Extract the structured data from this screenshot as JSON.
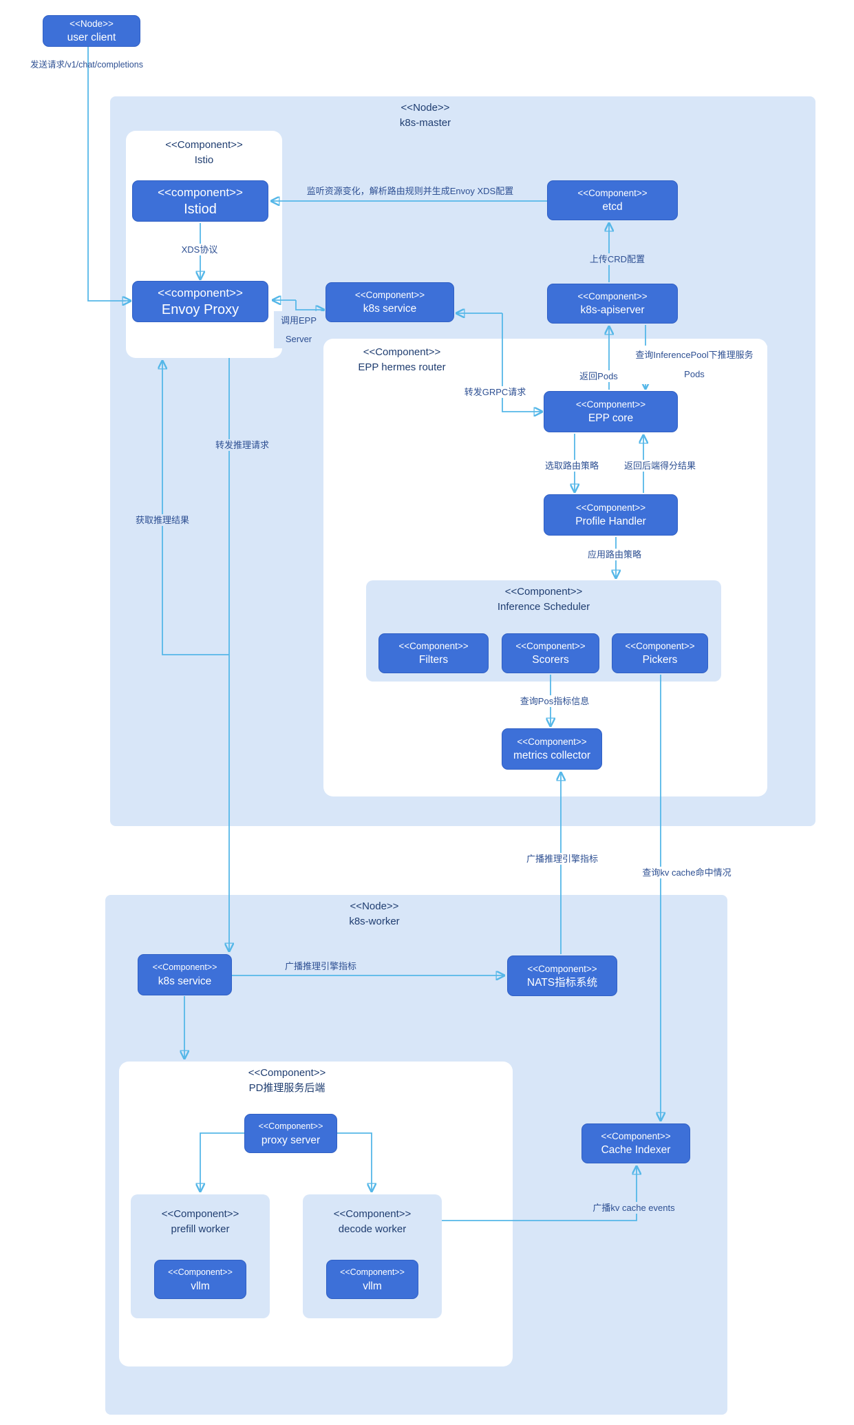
{
  "nodes": {
    "user_client": {
      "stereotype": "<<Node>>",
      "name": "user client"
    },
    "k8s_master": {
      "stereotype": "<<Node>>",
      "name": "k8s-master"
    },
    "istio": {
      "stereotype": "<<Component>>",
      "name": "Istio"
    },
    "istiod": {
      "stereotype": "<<component>>",
      "name": "Istiod"
    },
    "envoy_proxy": {
      "stereotype": "<<component>>",
      "name": "Envoy Proxy"
    },
    "etcd": {
      "stereotype": "<<Component>>",
      "name": "etcd"
    },
    "k8s_apiserver": {
      "stereotype": "<<Component>>",
      "name": "k8s-apiserver"
    },
    "k8s_service_master": {
      "stereotype": "<<Component>>",
      "name": "k8s service"
    },
    "epp_hermes_router": {
      "stereotype": "<<Component>>",
      "name": "EPP hermes router"
    },
    "epp_core": {
      "stereotype": "<<Component>>",
      "name": "EPP core"
    },
    "profile_handler": {
      "stereotype": "<<Component>>",
      "name": "Profile Handler"
    },
    "inference_scheduler": {
      "stereotype": "<<Component>>",
      "name": "Inference Scheduler"
    },
    "filters": {
      "stereotype": "<<Component>>",
      "name": "Filters"
    },
    "scorers": {
      "stereotype": "<<Component>>",
      "name": "Scorers"
    },
    "pickers": {
      "stereotype": "<<Component>>",
      "name": "Pickers"
    },
    "metrics_collector": {
      "stereotype": "<<Component>>",
      "name": "metrics collector"
    },
    "k8s_worker": {
      "stereotype": "<<Node>>",
      "name": "k8s-worker"
    },
    "k8s_service_worker": {
      "stereotype": "<<Component>>",
      "name": "k8s service"
    },
    "nats": {
      "stereotype": "<<Component>>",
      "name": "NATS指标系统"
    },
    "pd_backend": {
      "stereotype": "<<Component>>",
      "name": "PD推理服务后端"
    },
    "proxy_server": {
      "stereotype": "<<Component>>",
      "name": "proxy server"
    },
    "prefill_worker": {
      "stereotype": "<<Component>>",
      "name": "prefill worker"
    },
    "decode_worker": {
      "stereotype": "<<Component>>",
      "name": "decode worker"
    },
    "vllm_prefill": {
      "stereotype": "<<Component>>",
      "name": "vllm"
    },
    "vllm_decode": {
      "stereotype": "<<Component>>",
      "name": "vllm"
    },
    "cache_indexer": {
      "stereotype": "<<Component>>",
      "name": "Cache Indexer"
    }
  },
  "edges": {
    "send_request": "发送请求/v1/chat/completions",
    "watch_resources": "监听资源变化，解析路由规则并生成Envoy XDS配置",
    "xds_protocol": "XDS协议",
    "upload_crd": "上传CRD配置",
    "call_epp_line1": "调用EPP",
    "call_epp_line2": "Server",
    "forward_grpc": "转发GRPC请求",
    "query_inference_pool_line1": "查询InferencePool下推理服务",
    "query_inference_pool_line2": "Pods",
    "return_pods": "返回Pods",
    "select_routing_policy": "选取路由策略",
    "return_backend_scores": "返回后端得分结果",
    "apply_routing_policy": "应用路由策略",
    "query_pos_metrics": "查询Pos指标信息",
    "forward_inference_request": "转发推理请求",
    "get_inference_result": "获取推理结果",
    "broadcast_engine_metrics_vertical": "广播推理引擎指标",
    "broadcast_engine_metrics_horizontal": "广播推理引擎指标",
    "query_kv_cache": "查询kv cache命中情况",
    "broadcast_kv_cache_events": "广播kv cache events"
  },
  "colors": {
    "component_fill": "#3d70d8",
    "component_border": "#2f5fc4",
    "container_fill": "#d8e6f8",
    "edge_line": "#55b7e8",
    "label_text": "#2d4f92",
    "header_text": "#1f3d70",
    "component_text": "#ffffff"
  }
}
